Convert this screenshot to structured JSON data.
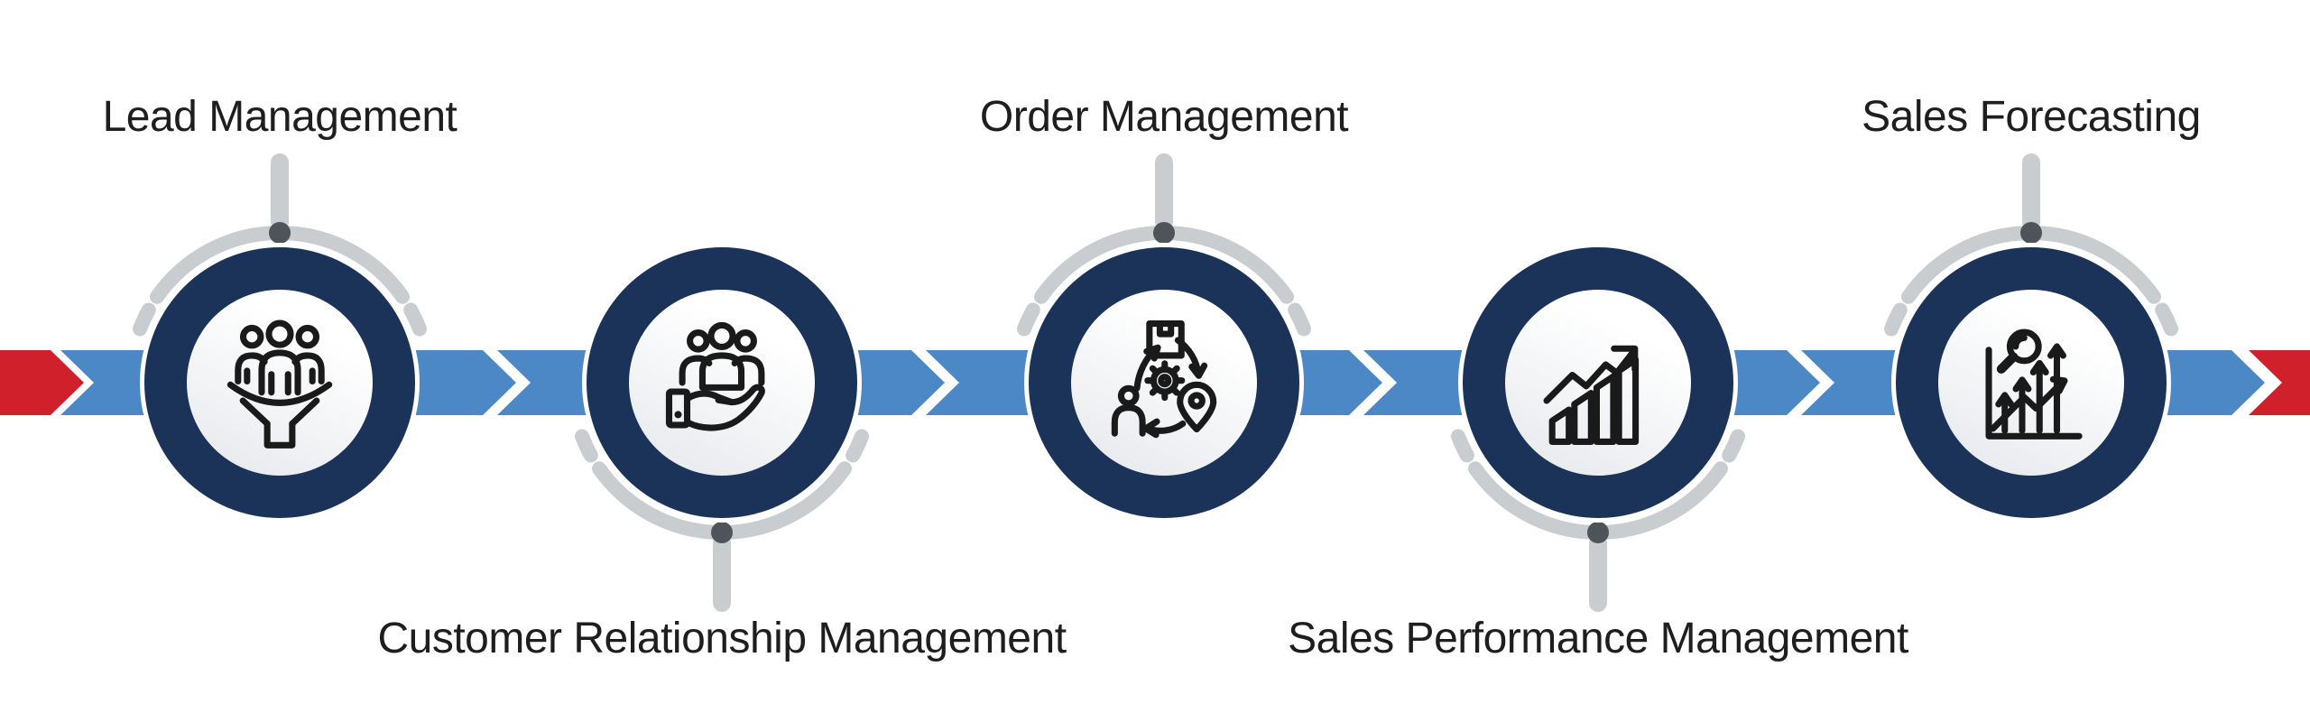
{
  "diagram": {
    "kind": "sales-process-flow",
    "direction_hint": "left-to-right arrow band with five circular steps"
  },
  "steps": [
    {
      "label": "Lead Management",
      "side": "top",
      "icon": "lead-funnel-icon"
    },
    {
      "label": "Customer Relationship Management",
      "side": "bottom",
      "icon": "hand-holding-people-icon"
    },
    {
      "label": "Order Management",
      "side": "top",
      "icon": "order-cycle-icon"
    },
    {
      "label": "Sales Performance Management",
      "side": "bottom",
      "icon": "bar-chart-growth-icon"
    },
    {
      "label": "Sales Forecasting",
      "side": "top",
      "icon": "forecast-magnifier-icon"
    }
  ],
  "colors": {
    "navy": "#1b3359",
    "blue": "#4c88c6",
    "red": "#d0202c",
    "gray": "#c9cdd0",
    "dot": "#4e5459",
    "ink": "#1e1e1e",
    "icon_ink": "#1a1a1a",
    "inner_from": "#ffffff",
    "inner_to": "#e7e9ed"
  }
}
